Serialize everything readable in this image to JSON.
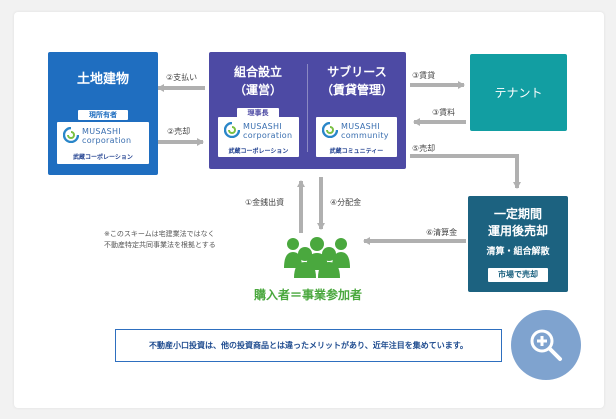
{
  "colors": {
    "land_box": "#1f6ec0",
    "association_box": "#4d4aa4",
    "tenant_box": "#129ea2",
    "sale_box": "#1c6280",
    "arrow": "#b0b0b0",
    "buyers": "#4aa83e",
    "banner_border": "#2e6fbf"
  },
  "land": {
    "title": "土地建物",
    "role_tag": "現所有者",
    "logo_name_1": "MUSASHI",
    "logo_name_2": "corporation",
    "logo_sub": "武蔵コーポレーション"
  },
  "association": {
    "left_title_1": "組合設立",
    "left_title_2": "（運営）",
    "right_title_1": "サブリース",
    "right_title_2": "（賃貸管理）",
    "role_tag": "理事長",
    "logo1_name_1": "MUSASHI",
    "logo1_name_2": "corporation",
    "logo1_sub": "武蔵コーポレーション",
    "logo2_name_1": "MUSASHI",
    "logo2_name_2": "community",
    "logo2_sub": "武蔵コミュニティー"
  },
  "tenant": {
    "title": "テナント"
  },
  "sale": {
    "title_1": "一定期間",
    "title_2": "運用後売却",
    "subtitle": "清算・組合解散",
    "tag": "市場で売却"
  },
  "arrows": {
    "payment": "②支払い",
    "sale_to_assoc": "②売却",
    "rent_1": "③賃貸",
    "rent_fee": "③賃料",
    "sale_5": "⑤売却",
    "investment": "①金銭出資",
    "dividend": "④分配金",
    "settlement": "⑥清算金"
  },
  "note": {
    "line1": "※このスキームは宅建業法ではなく",
    "line2": "不動産特定共同事業法を根拠とする"
  },
  "buyers": {
    "label": "購入者＝事業参加者",
    "icon": "group-icon"
  },
  "banner": {
    "text": "不動産小口投資は、他の投資商品とは違ったメリットがあり、近年注目を集めています。"
  },
  "zoom": {
    "icon": "zoom-in-icon"
  }
}
